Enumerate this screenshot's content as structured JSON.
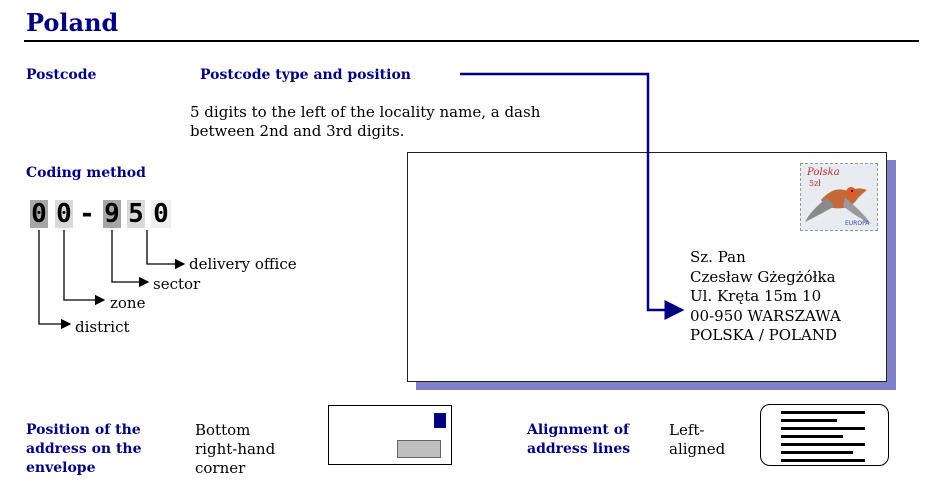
{
  "header": {
    "title": "Poland"
  },
  "postcode": {
    "label": "Postcode",
    "type_label": "Postcode type and position",
    "description_line1": "5 digits to the left of the locality name, a dash",
    "description_line2": "between 2nd and 3rd digits."
  },
  "coding": {
    "label": "Coding method",
    "digits": [
      "0",
      "0",
      "-",
      "9",
      "5",
      "0"
    ],
    "parts": {
      "delivery_office": "delivery office",
      "sector": "sector",
      "zone": "zone",
      "district": "district"
    }
  },
  "envelope": {
    "stamp_country": "Polska",
    "stamp_value": "5zł",
    "stamp_mark": "EUROPA",
    "address_lines": [
      "Sz. Pan",
      "Czesław Gżegżółka",
      "Ul. Kręta 15m 10",
      "00-950 WARSZAWA",
      "POLSKA / POLAND"
    ]
  },
  "position": {
    "label_line1": "Position of the",
    "label_line2": "address on  the",
    "label_line3": "envelope",
    "value_line1": "Bottom",
    "value_line2": "right-hand",
    "value_line3": "corner"
  },
  "alignment": {
    "label_line1": "Alignment of",
    "label_line2": "address lines",
    "value_line1": "Left-",
    "value_line2": "aligned"
  },
  "colors": {
    "title": "#000080",
    "accent_line": "#000080",
    "digit_highlight": "#a6a6a6",
    "digit_light": "#d9d9d9",
    "shadow": "#8080c8"
  }
}
